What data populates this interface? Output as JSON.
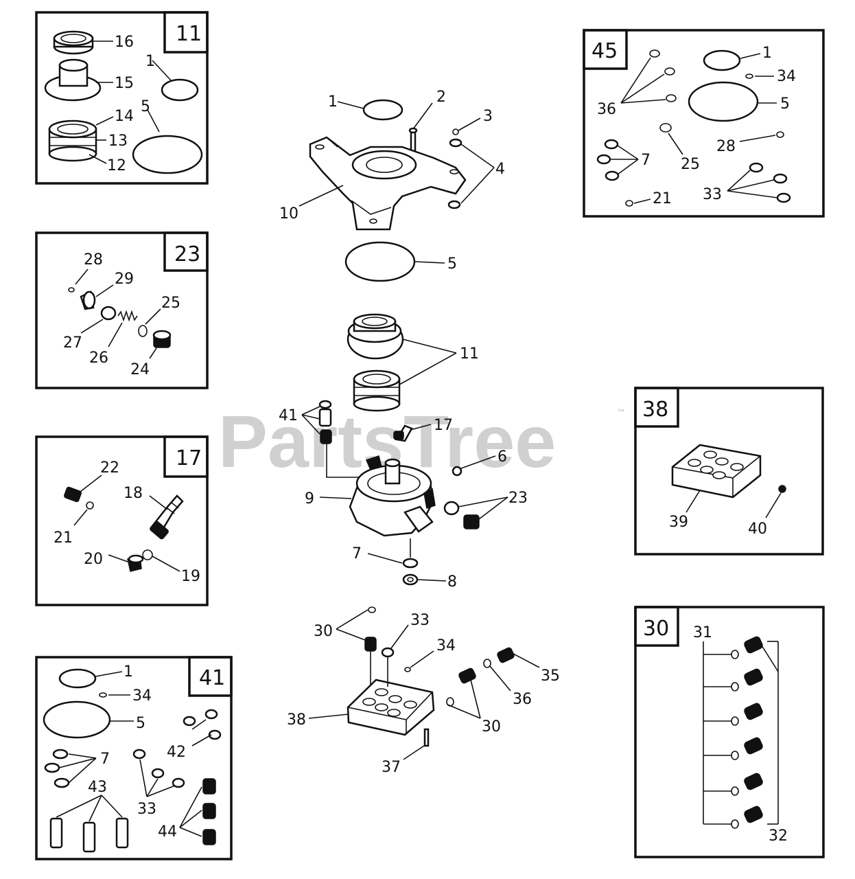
{
  "watermark": {
    "text": "PartsTree",
    "trademark": "™"
  },
  "kits": {
    "k11": {
      "number": "11",
      "labels": [
        "16",
        "15",
        "14",
        "13",
        "12",
        "1",
        "5"
      ]
    },
    "k23": {
      "number": "23",
      "labels": [
        "28",
        "29",
        "25",
        "27",
        "26",
        "24"
      ]
    },
    "k17": {
      "number": "17",
      "labels": [
        "22",
        "18",
        "21",
        "20",
        "19"
      ]
    },
    "k41": {
      "number": "41",
      "labels": [
        "1",
        "34",
        "5",
        "7",
        "42",
        "43",
        "33",
        "44"
      ]
    },
    "k45": {
      "number": "45",
      "labels": [
        "1",
        "34",
        "36",
        "5",
        "28",
        "7",
        "25",
        "21",
        "33"
      ]
    },
    "k38": {
      "number": "38",
      "labels": [
        "39",
        "40"
      ]
    },
    "k30": {
      "number": "30",
      "labels": [
        "31",
        "32"
      ]
    }
  },
  "center_labels": [
    "1",
    "2",
    "3",
    "4",
    "10",
    "5",
    "11",
    "41",
    "17",
    "6",
    "9",
    "23",
    "7",
    "8",
    "30",
    "33",
    "34",
    "35",
    "36",
    "38",
    "30",
    "37"
  ]
}
